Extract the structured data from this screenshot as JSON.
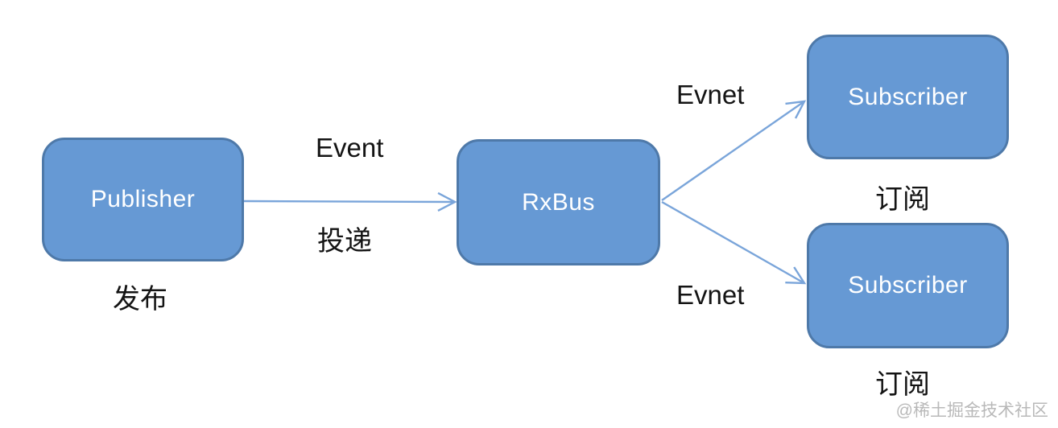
{
  "nodes": {
    "publisher": {
      "label": "Publisher",
      "caption": "发布"
    },
    "rxbus": {
      "label": "RxBus"
    },
    "subscriber_top": {
      "label": "Subscriber",
      "caption": "订阅"
    },
    "subscriber_bottom": {
      "label": "Subscriber",
      "caption": "订阅"
    }
  },
  "edges": {
    "publish": {
      "label_en": "Event",
      "label_zh": "投递"
    },
    "deliver_top": {
      "label": "Evnet"
    },
    "deliver_bottom": {
      "label": "Evnet"
    }
  },
  "watermark": "@稀土掘金技术社区",
  "colors": {
    "node_fill": "#6699D4",
    "node_border": "#4E79A9",
    "node_text": "#FFFFFF",
    "arrow": "#7AA5DA",
    "label_text": "#141414",
    "watermark": "#B9B9B9",
    "background": "#FFFFFF"
  }
}
